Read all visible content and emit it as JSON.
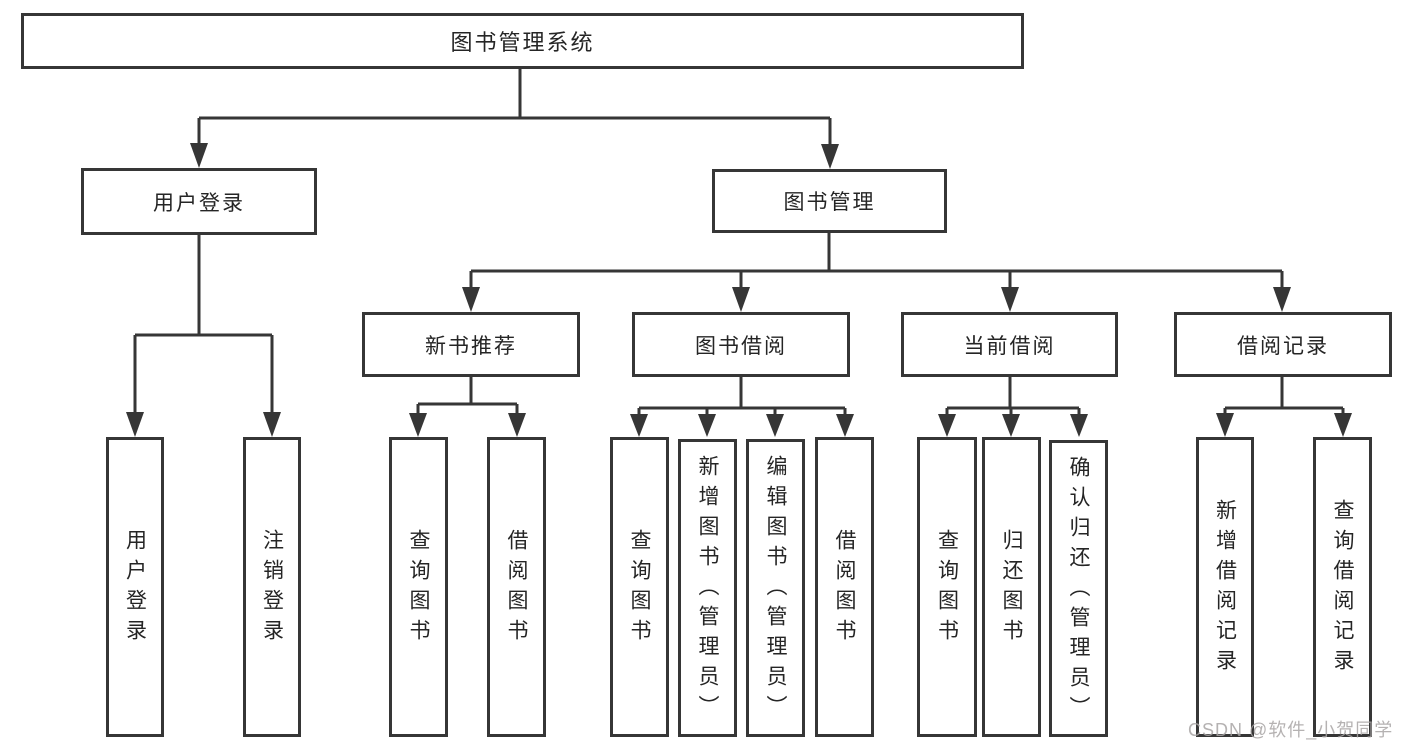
{
  "nodes": {
    "root": {
      "label": "图书管理系统"
    },
    "user_login": {
      "label": "用户登录"
    },
    "book_mgmt": {
      "label": "图书管理"
    },
    "new_book_rec": {
      "label": "新书推荐"
    },
    "book_borrow": {
      "label": "图书借阅"
    },
    "current_borrow": {
      "label": "当前借阅"
    },
    "borrow_record": {
      "label": "借阅记录"
    },
    "leaf_user_login": {
      "label": "用户登录"
    },
    "leaf_logout": {
      "label": "注销登录"
    },
    "leaf_nbr_query": {
      "label": "查询图书"
    },
    "leaf_nbr_borrow": {
      "label": "借阅图书"
    },
    "leaf_bb_query": {
      "label": "查询图书"
    },
    "leaf_bb_add": {
      "label": "新增图书（管理员）"
    },
    "leaf_bb_edit": {
      "label": "编辑图书（管理员）"
    },
    "leaf_bb_borrow": {
      "label": "借阅图书"
    },
    "leaf_cb_query": {
      "label": "查询图书"
    },
    "leaf_cb_return": {
      "label": "归还图书"
    },
    "leaf_cb_confirm": {
      "label": "确认归还（管理员）"
    },
    "leaf_br_add": {
      "label": "新增借阅记录"
    },
    "leaf_br_query": {
      "label": "查询借阅记录"
    }
  },
  "watermark": {
    "text": "CSDN @软件_小贺同学"
  },
  "colors": {
    "line": "#363636",
    "box_border": "#363636",
    "box_fill": "#ffffff",
    "text": "#252525",
    "watermark": "#a8a4a4"
  }
}
